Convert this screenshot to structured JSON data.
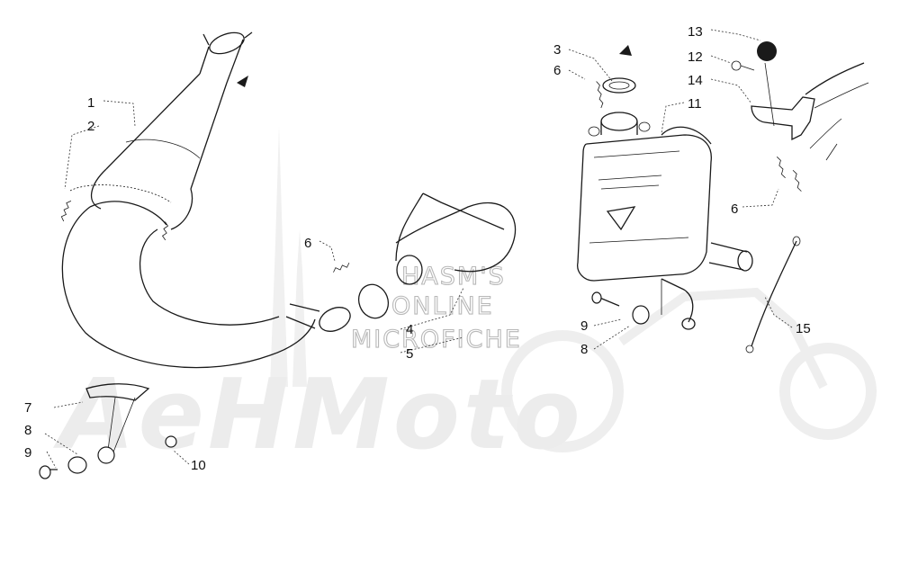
{
  "watermark": {
    "brand": "AeHMoto",
    "line1": "HASM'S",
    "line2": "ONLINE",
    "line3": "MICROFICHE"
  },
  "callouts": [
    {
      "id": "c1",
      "label": "1"
    },
    {
      "id": "c2",
      "label": "2"
    },
    {
      "id": "c6a",
      "label": "6"
    },
    {
      "id": "c4",
      "label": "4"
    },
    {
      "id": "c5",
      "label": "5"
    },
    {
      "id": "c7",
      "label": "7"
    },
    {
      "id": "c8a",
      "label": "8"
    },
    {
      "id": "c9a",
      "label": "9"
    },
    {
      "id": "c10",
      "label": "10"
    },
    {
      "id": "c3",
      "label": "3"
    },
    {
      "id": "c6b",
      "label": "6"
    },
    {
      "id": "c11",
      "label": "11"
    },
    {
      "id": "c13",
      "label": "13"
    },
    {
      "id": "c12",
      "label": "12"
    },
    {
      "id": "c14",
      "label": "14"
    },
    {
      "id": "c6c",
      "label": "6"
    },
    {
      "id": "c9b",
      "label": "9"
    },
    {
      "id": "c8b",
      "label": "8"
    },
    {
      "id": "c15",
      "label": "15"
    }
  ]
}
